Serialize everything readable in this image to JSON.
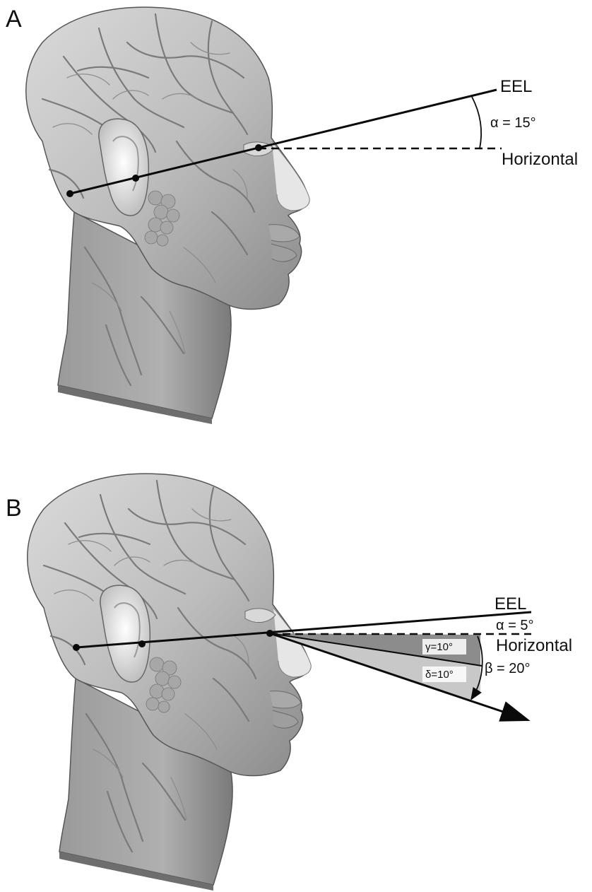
{
  "panels": [
    {
      "label": "A",
      "line_label": "EEL",
      "horizontal_label": "Horizontal",
      "alpha_label": "α = 15°"
    },
    {
      "label": "B",
      "line_label": "EEL",
      "horizontal_label": "Horizontal",
      "alpha_label": "α = 5°",
      "gamma_label": "γ=10°",
      "delta_label": "δ=10°",
      "beta_label": "β = 20°"
    }
  ],
  "colors": {
    "line": "#0a0a0a",
    "head_fill": "#b9b9b9",
    "head_shadow": "#8f8f8f",
    "vessels": "#7a7a7a",
    "wedge_dark": "#8c8c8c",
    "wedge_light": "#c8c8c8"
  }
}
